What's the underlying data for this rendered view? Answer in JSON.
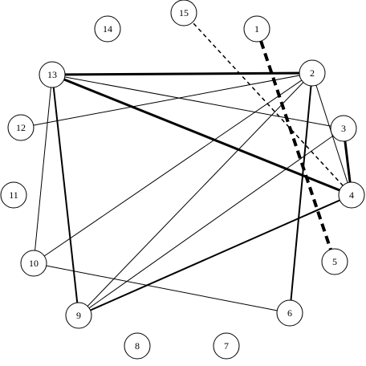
{
  "graph": {
    "nodes": [
      {
        "id": "1",
        "label": "1"
      },
      {
        "id": "2",
        "label": "2"
      },
      {
        "id": "3",
        "label": "3"
      },
      {
        "id": "4",
        "label": "4"
      },
      {
        "id": "5",
        "label": "5"
      },
      {
        "id": "6",
        "label": "6"
      },
      {
        "id": "7",
        "label": "7"
      },
      {
        "id": "8",
        "label": "8"
      },
      {
        "id": "9",
        "label": "9"
      },
      {
        "id": "10",
        "label": "10"
      },
      {
        "id": "11",
        "label": "11"
      },
      {
        "id": "12",
        "label": "12"
      },
      {
        "id": "13",
        "label": "13"
      },
      {
        "id": "14",
        "label": "14"
      },
      {
        "id": "15",
        "label": "15"
      }
    ],
    "edges": [
      {
        "from": "13",
        "to": "2",
        "style": "thick"
      },
      {
        "from": "13",
        "to": "4",
        "style": "thick"
      },
      {
        "from": "13",
        "to": "3",
        "style": "thin"
      },
      {
        "from": "13",
        "to": "10",
        "style": "thin"
      },
      {
        "from": "13",
        "to": "9",
        "style": "medium"
      },
      {
        "from": "12",
        "to": "2",
        "style": "thin"
      },
      {
        "from": "2",
        "to": "10",
        "style": "thin"
      },
      {
        "from": "2",
        "to": "9",
        "style": "thin"
      },
      {
        "from": "2",
        "to": "6",
        "style": "medium"
      },
      {
        "from": "2",
        "to": "4",
        "style": "thin"
      },
      {
        "from": "3",
        "to": "4",
        "style": "thick"
      },
      {
        "from": "3",
        "to": "9",
        "style": "thin"
      },
      {
        "from": "4",
        "to": "9",
        "style": "medium"
      },
      {
        "from": "10",
        "to": "6",
        "style": "thin"
      },
      {
        "from": "15",
        "to": "4",
        "style": "dashed"
      },
      {
        "from": "1",
        "to": "5",
        "style": "thick-dashed"
      }
    ]
  }
}
